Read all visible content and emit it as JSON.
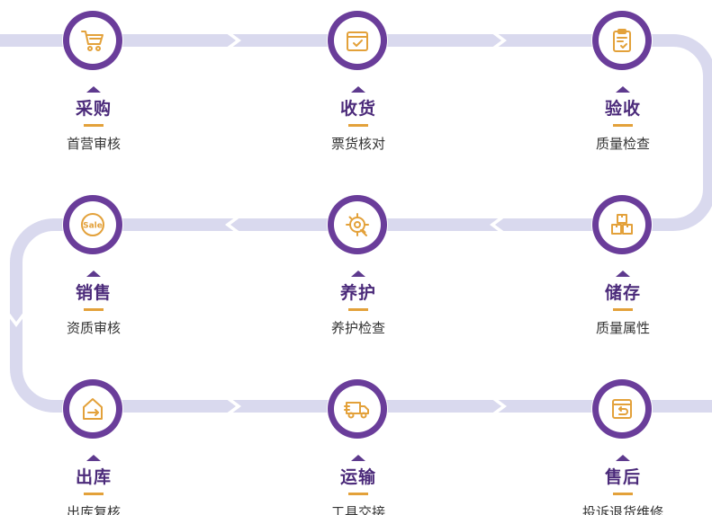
{
  "steps": [
    {
      "title": "采购",
      "sub": "首营审核",
      "icon": "shopping-cart-icon"
    },
    {
      "title": "收货",
      "sub": "票货核对",
      "icon": "checked-box-icon"
    },
    {
      "title": "验收",
      "sub": "质量检查",
      "icon": "clipboard-check-icon"
    },
    {
      "title": "销售",
      "sub": "资质审核",
      "icon": "sale-badge-icon"
    },
    {
      "title": "养护",
      "sub": "养护检查",
      "icon": "wrench-gear-icon"
    },
    {
      "title": "储存",
      "sub": "质量属性",
      "icon": "stacked-boxes-icon"
    },
    {
      "title": "出库",
      "sub": "出库复核",
      "icon": "warehouse-exit-icon"
    },
    {
      "title": "运输",
      "sub": "工具交接",
      "icon": "delivery-truck-icon"
    },
    {
      "title": "售后",
      "sub": "投诉退货维修",
      "icon": "return-box-icon"
    }
  ],
  "sale_badge_text": "Sale",
  "colors": {
    "ring": "#6a3d9a",
    "icon": "#e3a13a",
    "title": "#4b2a7a",
    "track": "#d9d9ee",
    "accent": "#e3a13a"
  }
}
